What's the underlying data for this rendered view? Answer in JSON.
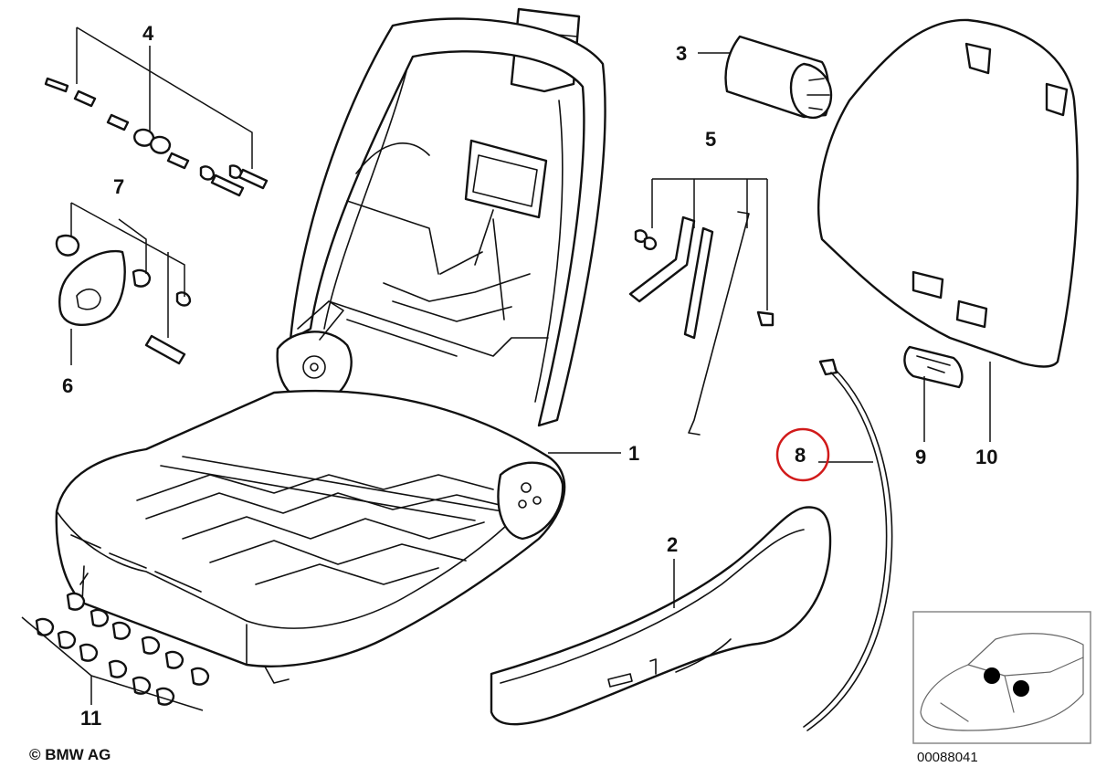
{
  "callouts": {
    "c1": "1",
    "c2": "2",
    "c3": "3",
    "c4": "4",
    "c5": "5",
    "c6": "6",
    "c7": "7",
    "c8": "8",
    "c9": "9",
    "c10": "10",
    "c11": "11"
  },
  "highlighted_callout": "8",
  "highlight_color": "#d11a1a",
  "copyright": "© BMW AG",
  "diagram_number": "00088041"
}
